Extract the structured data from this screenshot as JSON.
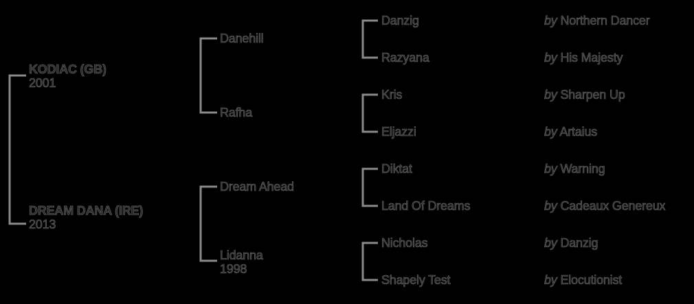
{
  "colors": {
    "background": "#000000",
    "text": "#2b2b2b",
    "line": "#8a8a8a"
  },
  "horse": {
    "sire": {
      "name": "KODIAC (GB)",
      "year": "2001"
    },
    "dam": {
      "name": "DREAM DANA (IRE)",
      "year": "2013"
    }
  },
  "grandparents": [
    {
      "name": "Danehill",
      "year": ""
    },
    {
      "name": "Rafha",
      "year": ""
    },
    {
      "name": "Dream Ahead",
      "year": ""
    },
    {
      "name": "Lidanna",
      "year": "1998"
    }
  ],
  "great_grandparents": [
    {
      "name": "Danzig",
      "by_label": "by",
      "sire": "Northern Dancer"
    },
    {
      "name": "Razyana",
      "by_label": "by",
      "sire": "His Majesty"
    },
    {
      "name": "Kris",
      "by_label": "by",
      "sire": "Sharpen Up"
    },
    {
      "name": "Eljazzi",
      "by_label": "by",
      "sire": "Artaius"
    },
    {
      "name": "Diktat",
      "by_label": "by",
      "sire": "Warning"
    },
    {
      "name": "Land Of Dreams",
      "by_label": "by",
      "sire": "Cadeaux Genereux"
    },
    {
      "name": "Nicholas",
      "by_label": "by",
      "sire": "Danzig"
    },
    {
      "name": "Shapely Test",
      "by_label": "by",
      "sire": "Elocutionist"
    }
  ]
}
